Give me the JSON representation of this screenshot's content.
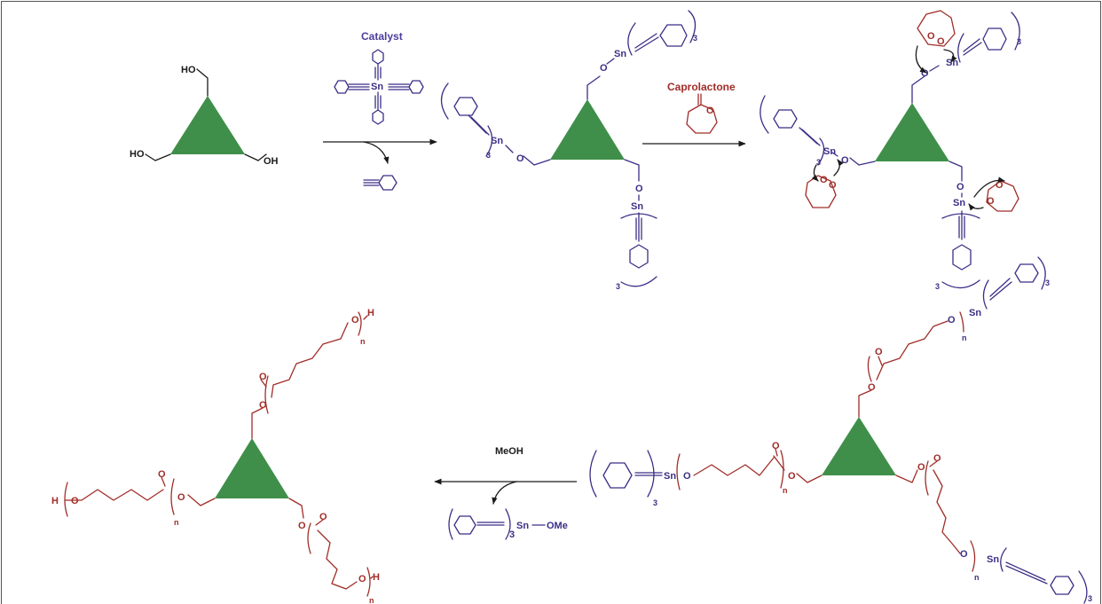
{
  "reagents": {
    "catalyst_label": "Catalyst",
    "monomer_label": "Caprolactone",
    "quench_label": "MeOH"
  },
  "atoms": {
    "hydroxyl": "HO",
    "hydroxyl_right": "OH",
    "tin": "Sn",
    "oxygen": "O",
    "hydrogen": "H",
    "methoxide": "OMe",
    "repeat_index": "n",
    "stoich_index": "3"
  },
  "colors": {
    "core_triangle": "#3f8f4a",
    "catalyst_purple": "#3a2f86",
    "polymer_red": "#a02d28",
    "bond_black": "#1a1a1a"
  }
}
